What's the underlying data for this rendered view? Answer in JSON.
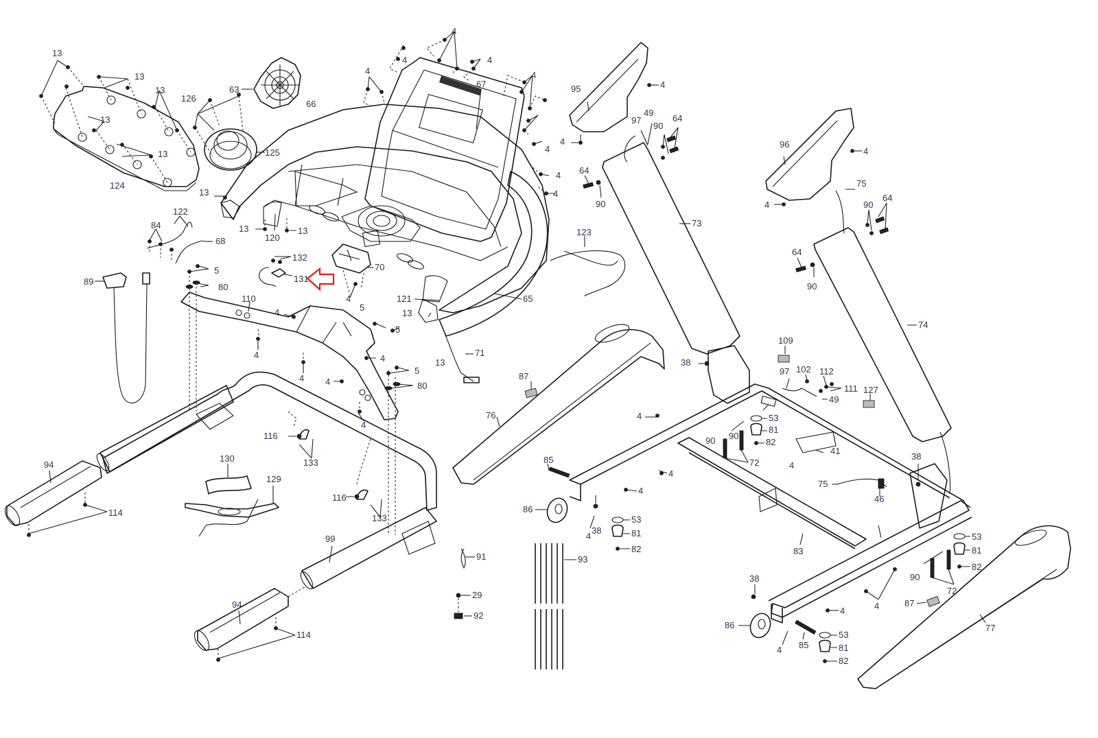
{
  "diagram": {
    "title": "Treadmill upright, console and frame exploded parts diagram",
    "label_color": "#2b3550",
    "highlight_color": "#e21b1b",
    "highlighted_part": "131",
    "callouts": [
      {
        "id": "c1",
        "num": "13"
      },
      {
        "id": "c2",
        "num": "13"
      },
      {
        "id": "c3",
        "num": "13"
      },
      {
        "id": "c4",
        "num": "13"
      },
      {
        "id": "c5",
        "num": "13"
      },
      {
        "id": "c6",
        "num": "124"
      },
      {
        "id": "c7",
        "num": "126"
      },
      {
        "id": "c8",
        "num": "125"
      },
      {
        "id": "c9",
        "num": "63"
      },
      {
        "id": "c10",
        "num": "66"
      },
      {
        "id": "c11",
        "num": "67"
      },
      {
        "id": "c12",
        "num": "4"
      },
      {
        "id": "c13",
        "num": "4"
      },
      {
        "id": "c14",
        "num": "4"
      },
      {
        "id": "c15",
        "num": "4"
      },
      {
        "id": "c16",
        "num": "4"
      },
      {
        "id": "c17",
        "num": "4"
      },
      {
        "id": "c18",
        "num": "4"
      },
      {
        "id": "c19",
        "num": "4"
      },
      {
        "id": "c20",
        "num": "13"
      },
      {
        "id": "c21",
        "num": "13"
      },
      {
        "id": "c22",
        "num": "120"
      },
      {
        "id": "c23",
        "num": "13"
      },
      {
        "id": "c24",
        "num": "122"
      },
      {
        "id": "c25",
        "num": "84"
      },
      {
        "id": "c26",
        "num": "68"
      },
      {
        "id": "c27",
        "num": "132"
      },
      {
        "id": "c28",
        "num": "131"
      },
      {
        "id": "c29",
        "num": "70"
      },
      {
        "id": "c30",
        "num": "89"
      },
      {
        "id": "c31",
        "num": "5"
      },
      {
        "id": "c32",
        "num": "80"
      },
      {
        "id": "c33",
        "num": "110"
      },
      {
        "id": "c34",
        "num": "4"
      },
      {
        "id": "c35",
        "num": "4"
      },
      {
        "id": "c36",
        "num": "5"
      },
      {
        "id": "c37",
        "num": "5"
      },
      {
        "id": "c38",
        "num": "4"
      },
      {
        "id": "c39",
        "num": "4"
      },
      {
        "id": "c40",
        "num": "4"
      },
      {
        "id": "c41",
        "num": "5"
      },
      {
        "id": "c42",
        "num": "80"
      },
      {
        "id": "c43",
        "num": "4"
      },
      {
        "id": "c44",
        "num": "4"
      },
      {
        "id": "c45",
        "num": "121"
      },
      {
        "id": "c46",
        "num": "13"
      },
      {
        "id": "c47",
        "num": "13"
      },
      {
        "id": "c48",
        "num": "71"
      },
      {
        "id": "c49",
        "num": "65"
      },
      {
        "id": "c50",
        "num": "123"
      },
      {
        "id": "c51",
        "num": "95"
      },
      {
        "id": "c52",
        "num": "4"
      },
      {
        "id": "c53",
        "num": "4"
      },
      {
        "id": "c54",
        "num": "97"
      },
      {
        "id": "c55",
        "num": "49"
      },
      {
        "id": "c56",
        "num": "90"
      },
      {
        "id": "c57",
        "num": "64"
      },
      {
        "id": "c58",
        "num": "64"
      },
      {
        "id": "c59",
        "num": "90"
      },
      {
        "id": "c60",
        "num": "73"
      },
      {
        "id": "c61",
        "num": "96"
      },
      {
        "id": "c62",
        "num": "4"
      },
      {
        "id": "c63",
        "num": "4"
      },
      {
        "id": "c64",
        "num": "75"
      },
      {
        "id": "c65",
        "num": "90"
      },
      {
        "id": "c66",
        "num": "64"
      },
      {
        "id": "c67",
        "num": "64"
      },
      {
        "id": "c68",
        "num": "90"
      },
      {
        "id": "c69",
        "num": "74"
      },
      {
        "id": "c70",
        "num": "109"
      },
      {
        "id": "c71",
        "num": "97"
      },
      {
        "id": "c72",
        "num": "102"
      },
      {
        "id": "c73",
        "num": "112"
      },
      {
        "id": "c74",
        "num": "111"
      },
      {
        "id": "c75",
        "num": "49"
      },
      {
        "id": "c76",
        "num": "127"
      },
      {
        "id": "c77",
        "num": "38"
      },
      {
        "id": "c78",
        "num": "53"
      },
      {
        "id": "c79",
        "num": "81"
      },
      {
        "id": "c80",
        "num": "82"
      },
      {
        "id": "c81",
        "num": "90"
      },
      {
        "id": "c82",
        "num": "90"
      },
      {
        "id": "c83",
        "num": "72"
      },
      {
        "id": "c84",
        "num": "41"
      },
      {
        "id": "c85",
        "num": "4"
      },
      {
        "id": "c86",
        "num": "38"
      },
      {
        "id": "c87",
        "num": "75"
      },
      {
        "id": "c88",
        "num": "46"
      },
      {
        "id": "c89",
        "num": "87"
      },
      {
        "id": "c90",
        "num": "76"
      },
      {
        "id": "c91",
        "num": "4"
      },
      {
        "id": "c92",
        "num": "85"
      },
      {
        "id": "c93",
        "num": "86"
      },
      {
        "id": "c94",
        "num": "4"
      },
      {
        "id": "c95",
        "num": "38"
      },
      {
        "id": "c96",
        "num": "4"
      },
      {
        "id": "c97",
        "num": "4"
      },
      {
        "id": "c98",
        "num": "53"
      },
      {
        "id": "c99",
        "num": "81"
      },
      {
        "id": "c100",
        "num": "82"
      },
      {
        "id": "c101",
        "num": "83"
      },
      {
        "id": "c102",
        "num": "53"
      },
      {
        "id": "c103",
        "num": "81"
      },
      {
        "id": "c104",
        "num": "82"
      },
      {
        "id": "c105",
        "num": "90"
      },
      {
        "id": "c106",
        "num": "72"
      },
      {
        "id": "c107",
        "num": "4"
      },
      {
        "id": "c108",
        "num": "38"
      },
      {
        "id": "c109",
        "num": "4"
      },
      {
        "id": "c110",
        "num": "87"
      },
      {
        "id": "c111",
        "num": "77"
      },
      {
        "id": "c112",
        "num": "86"
      },
      {
        "id": "c113",
        "num": "4"
      },
      {
        "id": "c114",
        "num": "85"
      },
      {
        "id": "c115",
        "num": "53"
      },
      {
        "id": "c116",
        "num": "81"
      },
      {
        "id": "c117",
        "num": "82"
      },
      {
        "id": "c118",
        "num": "91"
      },
      {
        "id": "c119",
        "num": "93"
      },
      {
        "id": "c120",
        "num": "29"
      },
      {
        "id": "c121",
        "num": "92"
      },
      {
        "id": "c122",
        "num": "94"
      },
      {
        "id": "c123",
        "num": "114"
      },
      {
        "id": "c124",
        "num": "130"
      },
      {
        "id": "c125",
        "num": "129"
      },
      {
        "id": "c126",
        "num": "116"
      },
      {
        "id": "c127",
        "num": "133"
      },
      {
        "id": "c128",
        "num": "116"
      },
      {
        "id": "c129",
        "num": "133"
      },
      {
        "id": "c130",
        "num": "99"
      },
      {
        "id": "c131",
        "num": "94"
      },
      {
        "id": "c132",
        "num": "114"
      }
    ]
  }
}
